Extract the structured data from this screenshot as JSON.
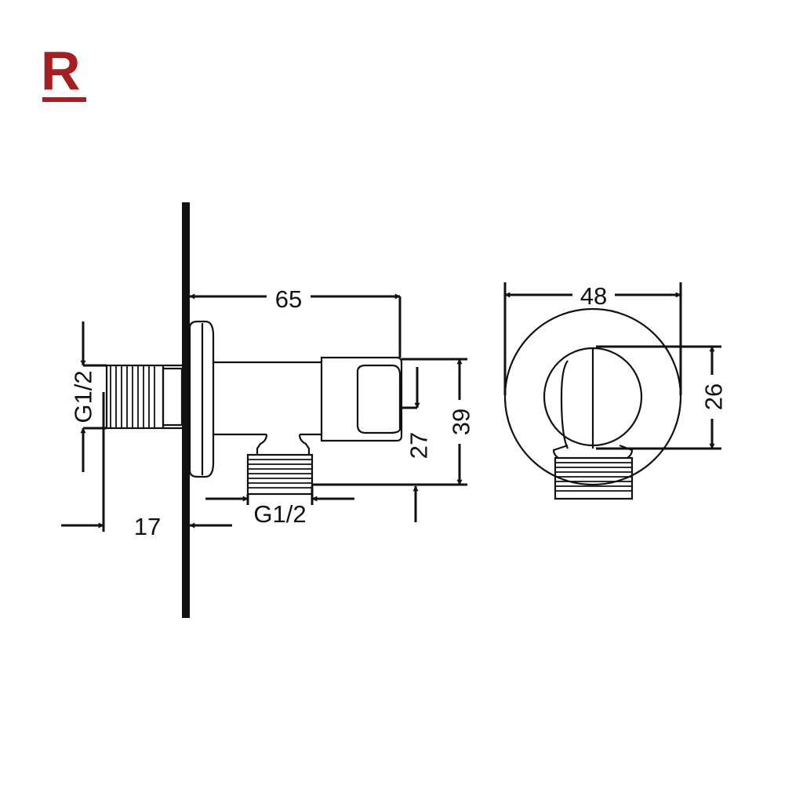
{
  "brand": {
    "mark": "R",
    "color": "#A41E22"
  },
  "colors": {
    "line": "#111111",
    "background": "#ffffff"
  },
  "dimensions": {
    "overall_length": "65",
    "wall_thread": "G1/2",
    "wall_depth": "17",
    "outlet_thread": "G1/2",
    "handle_offset": "27",
    "outlet_height": "39",
    "rosette_diameter": "48",
    "handle_height": "26"
  }
}
